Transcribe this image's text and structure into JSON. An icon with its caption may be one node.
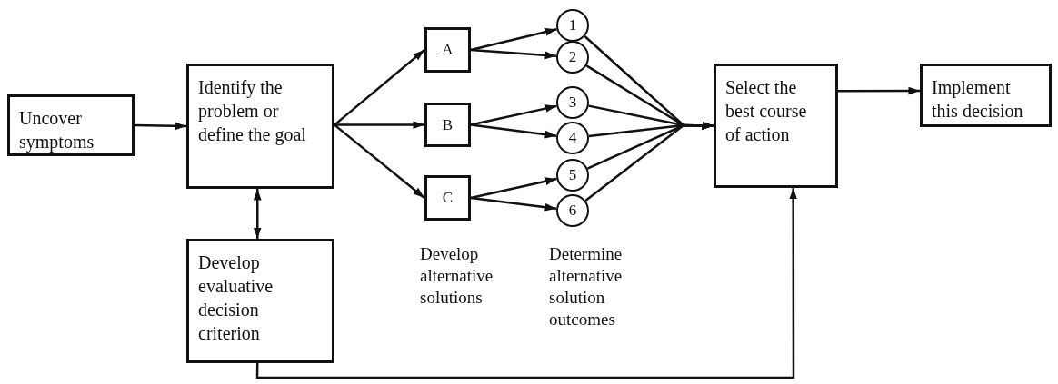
{
  "diagram": {
    "nodes": [
      {
        "text": [
          "Uncover symptoms"
        ]
      },
      {
        "text": [
          "Identify the problem or define the goal"
        ]
      },
      {
        "text": [
          "Develop evaluative decision criterion"
        ]
      },
      {
        "text": [
          "A"
        ]
      },
      {
        "text": [
          "B"
        ]
      },
      {
        "text": [
          "C"
        ]
      },
      {
        "text": [
          "1"
        ]
      },
      {
        "text": [
          "2"
        ]
      },
      {
        "text": [
          "3"
        ]
      },
      {
        "text": [
          "4"
        ]
      },
      {
        "text": [
          "5"
        ]
      },
      {
        "text": [
          "6"
        ]
      },
      {
        "text": [
          "Select the best course of action"
        ]
      },
      {
        "text": [
          "Implement this decision"
        ]
      }
    ],
    "edges": [
      {
        "from": 0,
        "to": 1,
        "arrow": "to"
      },
      {
        "from": 1,
        "to": 2,
        "arrow": "both"
      },
      {
        "from": 1,
        "to": 3,
        "arrow": "to"
      },
      {
        "from": 1,
        "to": 4,
        "arrow": "to"
      },
      {
        "from": 1,
        "to": 5,
        "arrow": "to"
      },
      {
        "from": 3,
        "to": 6,
        "arrow": "to"
      },
      {
        "from": 3,
        "to": 7,
        "arrow": "to"
      },
      {
        "from": 4,
        "to": 8,
        "arrow": "to"
      },
      {
        "from": 4,
        "to": 9,
        "arrow": "to"
      },
      {
        "from": 5,
        "to": 10,
        "arrow": "to"
      },
      {
        "from": 5,
        "to": 11,
        "arrow": "to"
      },
      {
        "from": 6,
        "to": 12,
        "arrow": "to"
      },
      {
        "from": 7,
        "to": 12,
        "arrow": "to"
      },
      {
        "from": 8,
        "to": 12,
        "arrow": "to"
      },
      {
        "from": 9,
        "to": 12,
        "arrow": "to"
      },
      {
        "from": 10,
        "to": 12,
        "arrow": "to"
      },
      {
        "from": 11,
        "to": 12,
        "arrow": "to"
      },
      {
        "from": 2,
        "to": 12,
        "arrow": "to"
      },
      {
        "from": 12,
        "to": 13,
        "arrow": "to"
      }
    ],
    "labels": [
      "Develop alternative solutions",
      "Determine alternative solution outcomes"
    ]
  }
}
